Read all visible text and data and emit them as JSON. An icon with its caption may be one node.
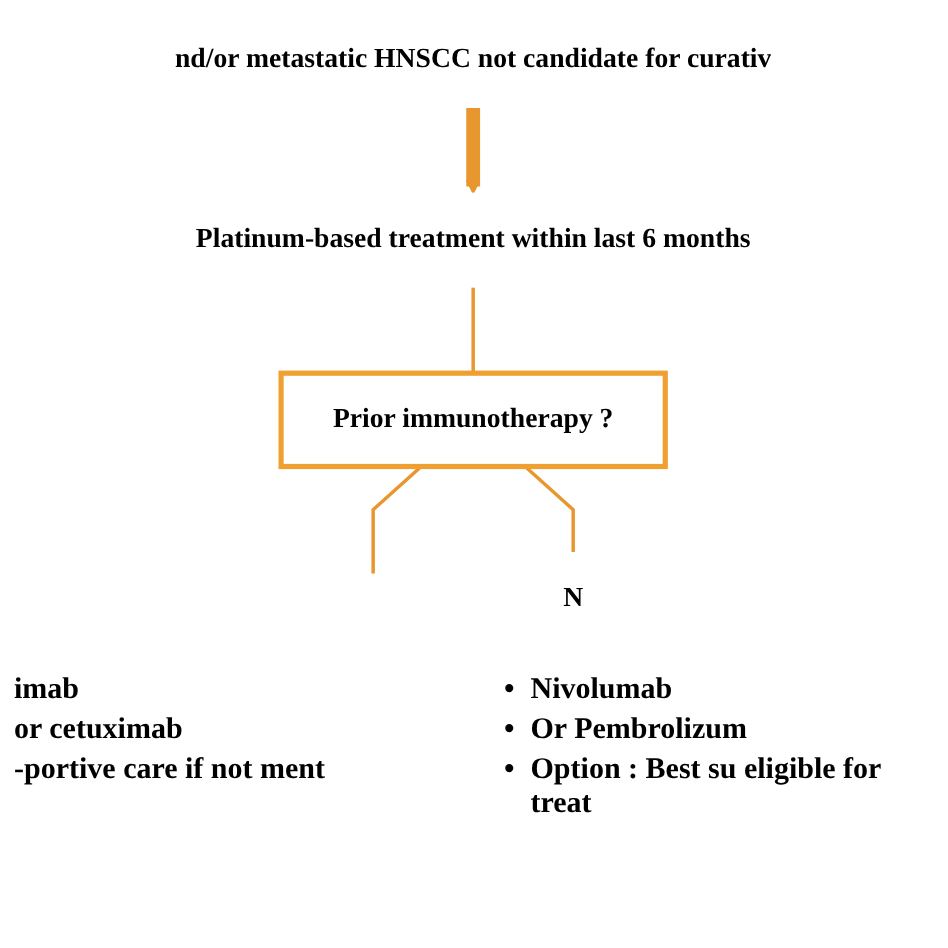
{
  "diagram": {
    "nodes": [
      {
        "text": [
          "nd/or metastatic HNSCC not candidate for curativ"
        ]
      },
      {
        "text": [
          "Platinum-based treatment within last 6 months"
        ]
      },
      {
        "text": [
          "Prior immunotherapy ?"
        ]
      },
      {
        "text": [
          "N"
        ]
      }
    ],
    "edges": [
      {
        "from": 0,
        "to": 1,
        "arrow": "to",
        "style": "thick"
      },
      {
        "from": 1,
        "to": 2,
        "arrow": "none"
      },
      {
        "from": 2,
        "to": null,
        "arrow": "none"
      },
      {
        "from": 2,
        "to": 3,
        "arrow": "none"
      }
    ],
    "labels": [
      "imab",
      "or cetuximab",
      "-portive care if not ment",
      "•",
      "Nivolumab",
      "•",
      "Or Pembrolizum",
      "•",
      "Option : Best su eligible for treat"
    ]
  }
}
